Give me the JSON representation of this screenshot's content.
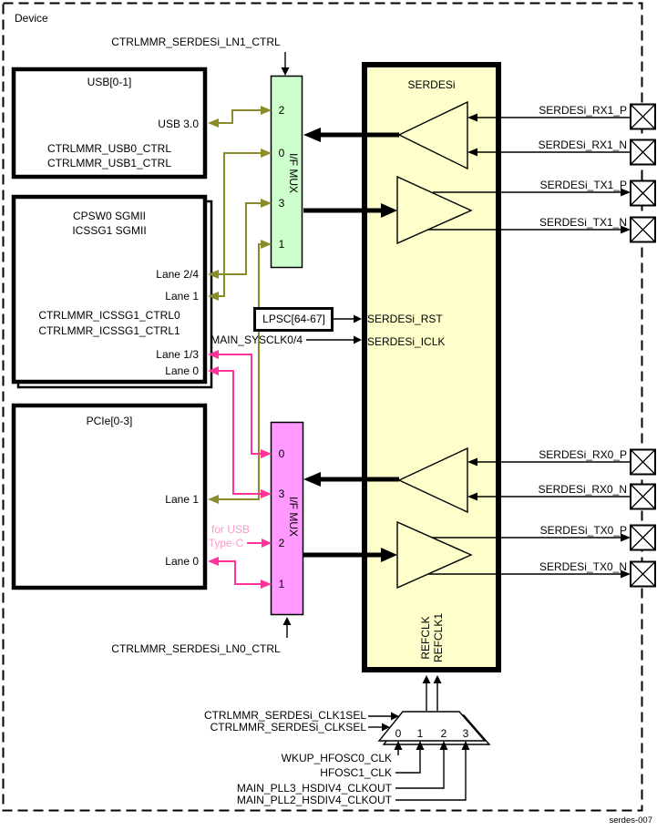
{
  "diagram": {
    "device_label": "Device",
    "figure_id": "serdes-007"
  },
  "registers": {
    "ln1_ctrl": "CTRLMMR_SERDESi_LN1_CTRL",
    "ln0_ctrl": "CTRLMMR_SERDESi_LN0_CTRL",
    "clk1sel": "CTRLMMR_SERDESi_CLK1SEL",
    "clksel": "CTRLMMR_SERDESi_CLKSEL"
  },
  "usb": {
    "title": "USB[0-1]",
    "port": "USB 3.0",
    "reg0": "CTRLMMR_USB0_CTRL",
    "reg1": "CTRLMMR_USB1_CTRL"
  },
  "cpsw": {
    "title0": "CPSW0 SGMII",
    "title1": "ICSSG1 SGMII",
    "lane24": "Lane 2/4",
    "lane1": "Lane 1",
    "reg0": "CTRLMMR_ICSSG1_CTRL0",
    "reg1": "CTRLMMR_ICSSG1_CTRL1",
    "lane13": "Lane 1/3",
    "lane0": "Lane 0"
  },
  "pcie": {
    "title": "PCIe[0-3]",
    "lane1": "Lane 1",
    "lane0": "Lane 0"
  },
  "serdes": {
    "title": "SERDESi",
    "rst": "SERDESi_RST",
    "iclk": "SERDESi_ICLK",
    "refclk": "REFCLK",
    "refclk1": "REFCLK1",
    "lane1_signals": [
      "SERDESi_RX1_P",
      "SERDESi_RX1_N",
      "SERDESi_TX1_P",
      "SERDESi_TX1_N"
    ],
    "lane0_signals": [
      "SERDESi_RX0_P",
      "SERDESi_RX0_N",
      "SERDESi_TX0_P",
      "SERDESi_TX0_N"
    ]
  },
  "mux_ln1": {
    "label": "I/F MUX",
    "ports": [
      "2",
      "0",
      "3",
      "1"
    ]
  },
  "mux_ln0": {
    "label": "I/F MUX",
    "ports": [
      "0",
      "3",
      "2",
      "1"
    ],
    "note1": "for USB",
    "note2": "Type-C"
  },
  "lpsc": {
    "label": "LPSC[64-67]"
  },
  "clocks": {
    "sysclk": "MAIN_SYSCLK0/4",
    "mux_ports": [
      "0",
      "1",
      "2",
      "3"
    ],
    "inputs": [
      "WKUP_HFOSC0_CLK",
      "HFOSC1_CLK",
      "MAIN_PLL3_HSDIV4_CLKOUT",
      "MAIN_PLL2_HSDIV4_CLKOUT"
    ]
  },
  "colors": {
    "olive": "#8B8B2B",
    "pink": "#FF3399",
    "light_pink": "#FF99CC",
    "mux_green_fill": "#CCFFCC",
    "mux_pink_fill": "#FF99FF",
    "serdes_fill": "#FFFFCC"
  }
}
